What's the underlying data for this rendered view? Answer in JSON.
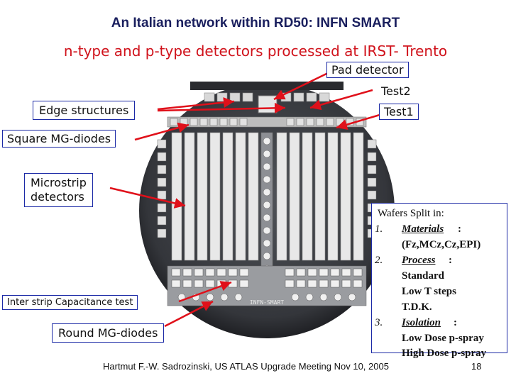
{
  "slide": {
    "title": "An Italian network within RD50: INFN SMART",
    "subtitle": "n-type and p-type detectors processed at IRST- Trento"
  },
  "labels": {
    "pad_detector": "Pad detector",
    "test2": "Test2",
    "test1": "Test1",
    "edge_structures": "Edge structures",
    "square_mg_diodes": "Square MG-diodes",
    "microstrip_line1": "Microstrip",
    "microstrip_line2": "detectors",
    "inter_strip": "Inter strip Capacitance test",
    "round_mg_diodes": "Round MG-diodes"
  },
  "wafer": {
    "marking": "INFN-SMART"
  },
  "wafer_split": {
    "heading": "Wafers Split in:",
    "items": [
      {
        "num": "1.",
        "name": "Materials",
        "suffix": ":",
        "details": [
          "(Fz,MCz,Cz,EPI)"
        ]
      },
      {
        "num": "2.",
        "name": "Process",
        "suffix": ":",
        "details": [
          "Standard",
          "Low T steps",
          "T.D.K."
        ]
      },
      {
        "num": "3.",
        "name": "Isolation",
        "suffix": ":",
        "details": [
          "Low Dose p-spray",
          "High Dose p-spray"
        ]
      }
    ]
  },
  "footer": {
    "text": "Hartmut F.-W. Sadrozinski, US ATLAS Upgrade Meeting Nov 10,  2005",
    "page": "18"
  },
  "colors": {
    "title": "#1a1f5e",
    "subtitle": "#d0121b",
    "arrow": "#e0101a",
    "box_border": "#1c2aa6",
    "wafer_body": "#3b3d42"
  }
}
